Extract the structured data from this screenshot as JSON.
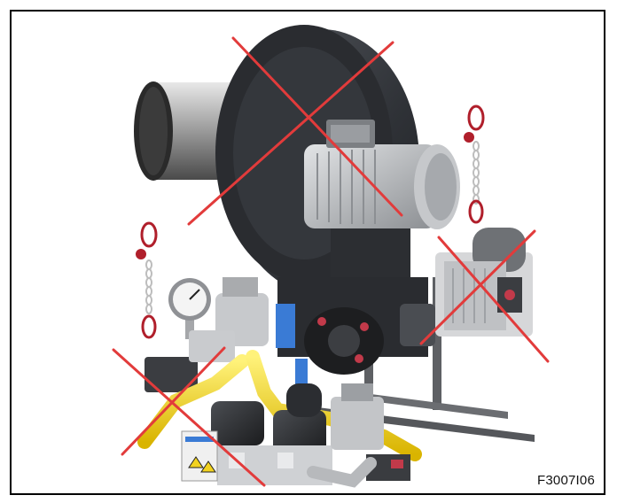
{
  "figure": {
    "code": "F3007I06"
  },
  "colors": {
    "frame": "#000000",
    "cross_mark": "#e23b3b",
    "fan_housing": "#3a3d42",
    "motor": "#b9bcc0",
    "gas_pipe": "#f2d21f",
    "blue_parts": "#3a7bd5",
    "lifting_chain": "#c0c0c0",
    "lifting_hook": "#b01f2b"
  },
  "icons": [
    "burner-illustration",
    "lifting-chain-icon",
    "cross-out-mark"
  ]
}
